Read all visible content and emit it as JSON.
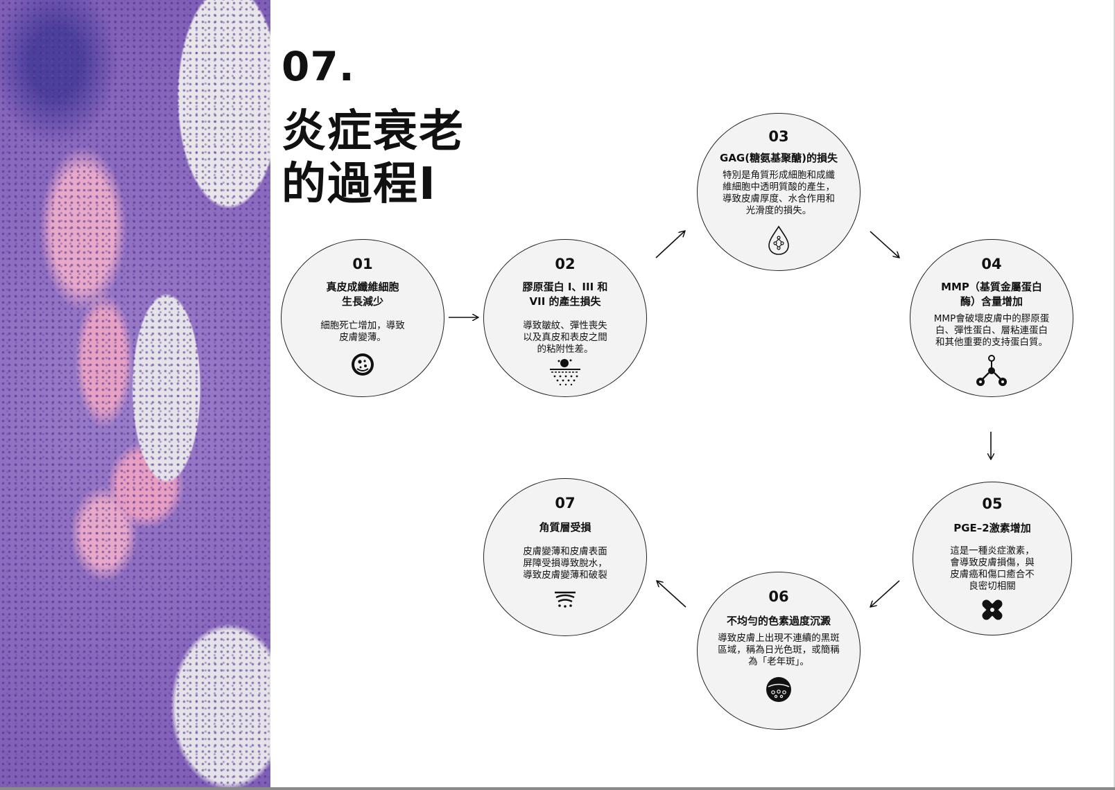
{
  "title": {
    "number": "07.",
    "text": "炎症衰老\n的過程I"
  },
  "steps": [
    {
      "num": "01",
      "heading": "真皮成纖維細胞\n生長減少",
      "body": "細胞死亡增加，導致\n皮膚變薄。",
      "icon": "cell-icon"
    },
    {
      "num": "02",
      "heading": "膠原蛋白 I、III 和\nVII 的產生損失",
      "body": "導致皺紋、彈性喪失\n以及真皮和表皮之間\n的粘附性差。",
      "icon": "skin-layer-icon"
    },
    {
      "num": "03",
      "heading": "GAG(糖氨基聚醣)的損失",
      "body": "特別是角質形成細胞和成纖\n維細胞中透明質酸的產生，\n導致皮膚厚度、水合作用和\n光滑度的損失。",
      "icon": "droplet-molecule-icon"
    },
    {
      "num": "04",
      "heading": "MMP（基質金屬蛋白\n酶）含量增加",
      "body": "MMP會破壞皮膚中的膠原蛋\n白、彈性蛋白、層粘連蛋白\n和其他重要的支持蛋白質。",
      "icon": "molecule-icon"
    },
    {
      "num": "05",
      "heading": "PGE–2激素增加",
      "body": "這是一種炎症激素，\n會導致皮膚損傷，與\n皮膚癌和傷口癒合不\n良密切相關",
      "icon": "bandage-icon"
    },
    {
      "num": "06",
      "heading": "不均勻的色素過度沉澱",
      "body": "導致皮膚上出現不連續的黑斑\n區域，稱為日光色斑，或簡稱\n為「老年斑」。",
      "icon": "pigment-icon"
    },
    {
      "num": "07",
      "heading": "角質層受損",
      "body": "皮膚變薄和皮膚表面\n屏障受損導致脫水，\n導致皮膚變薄和破裂",
      "icon": "skin-barrier-icon"
    }
  ]
}
